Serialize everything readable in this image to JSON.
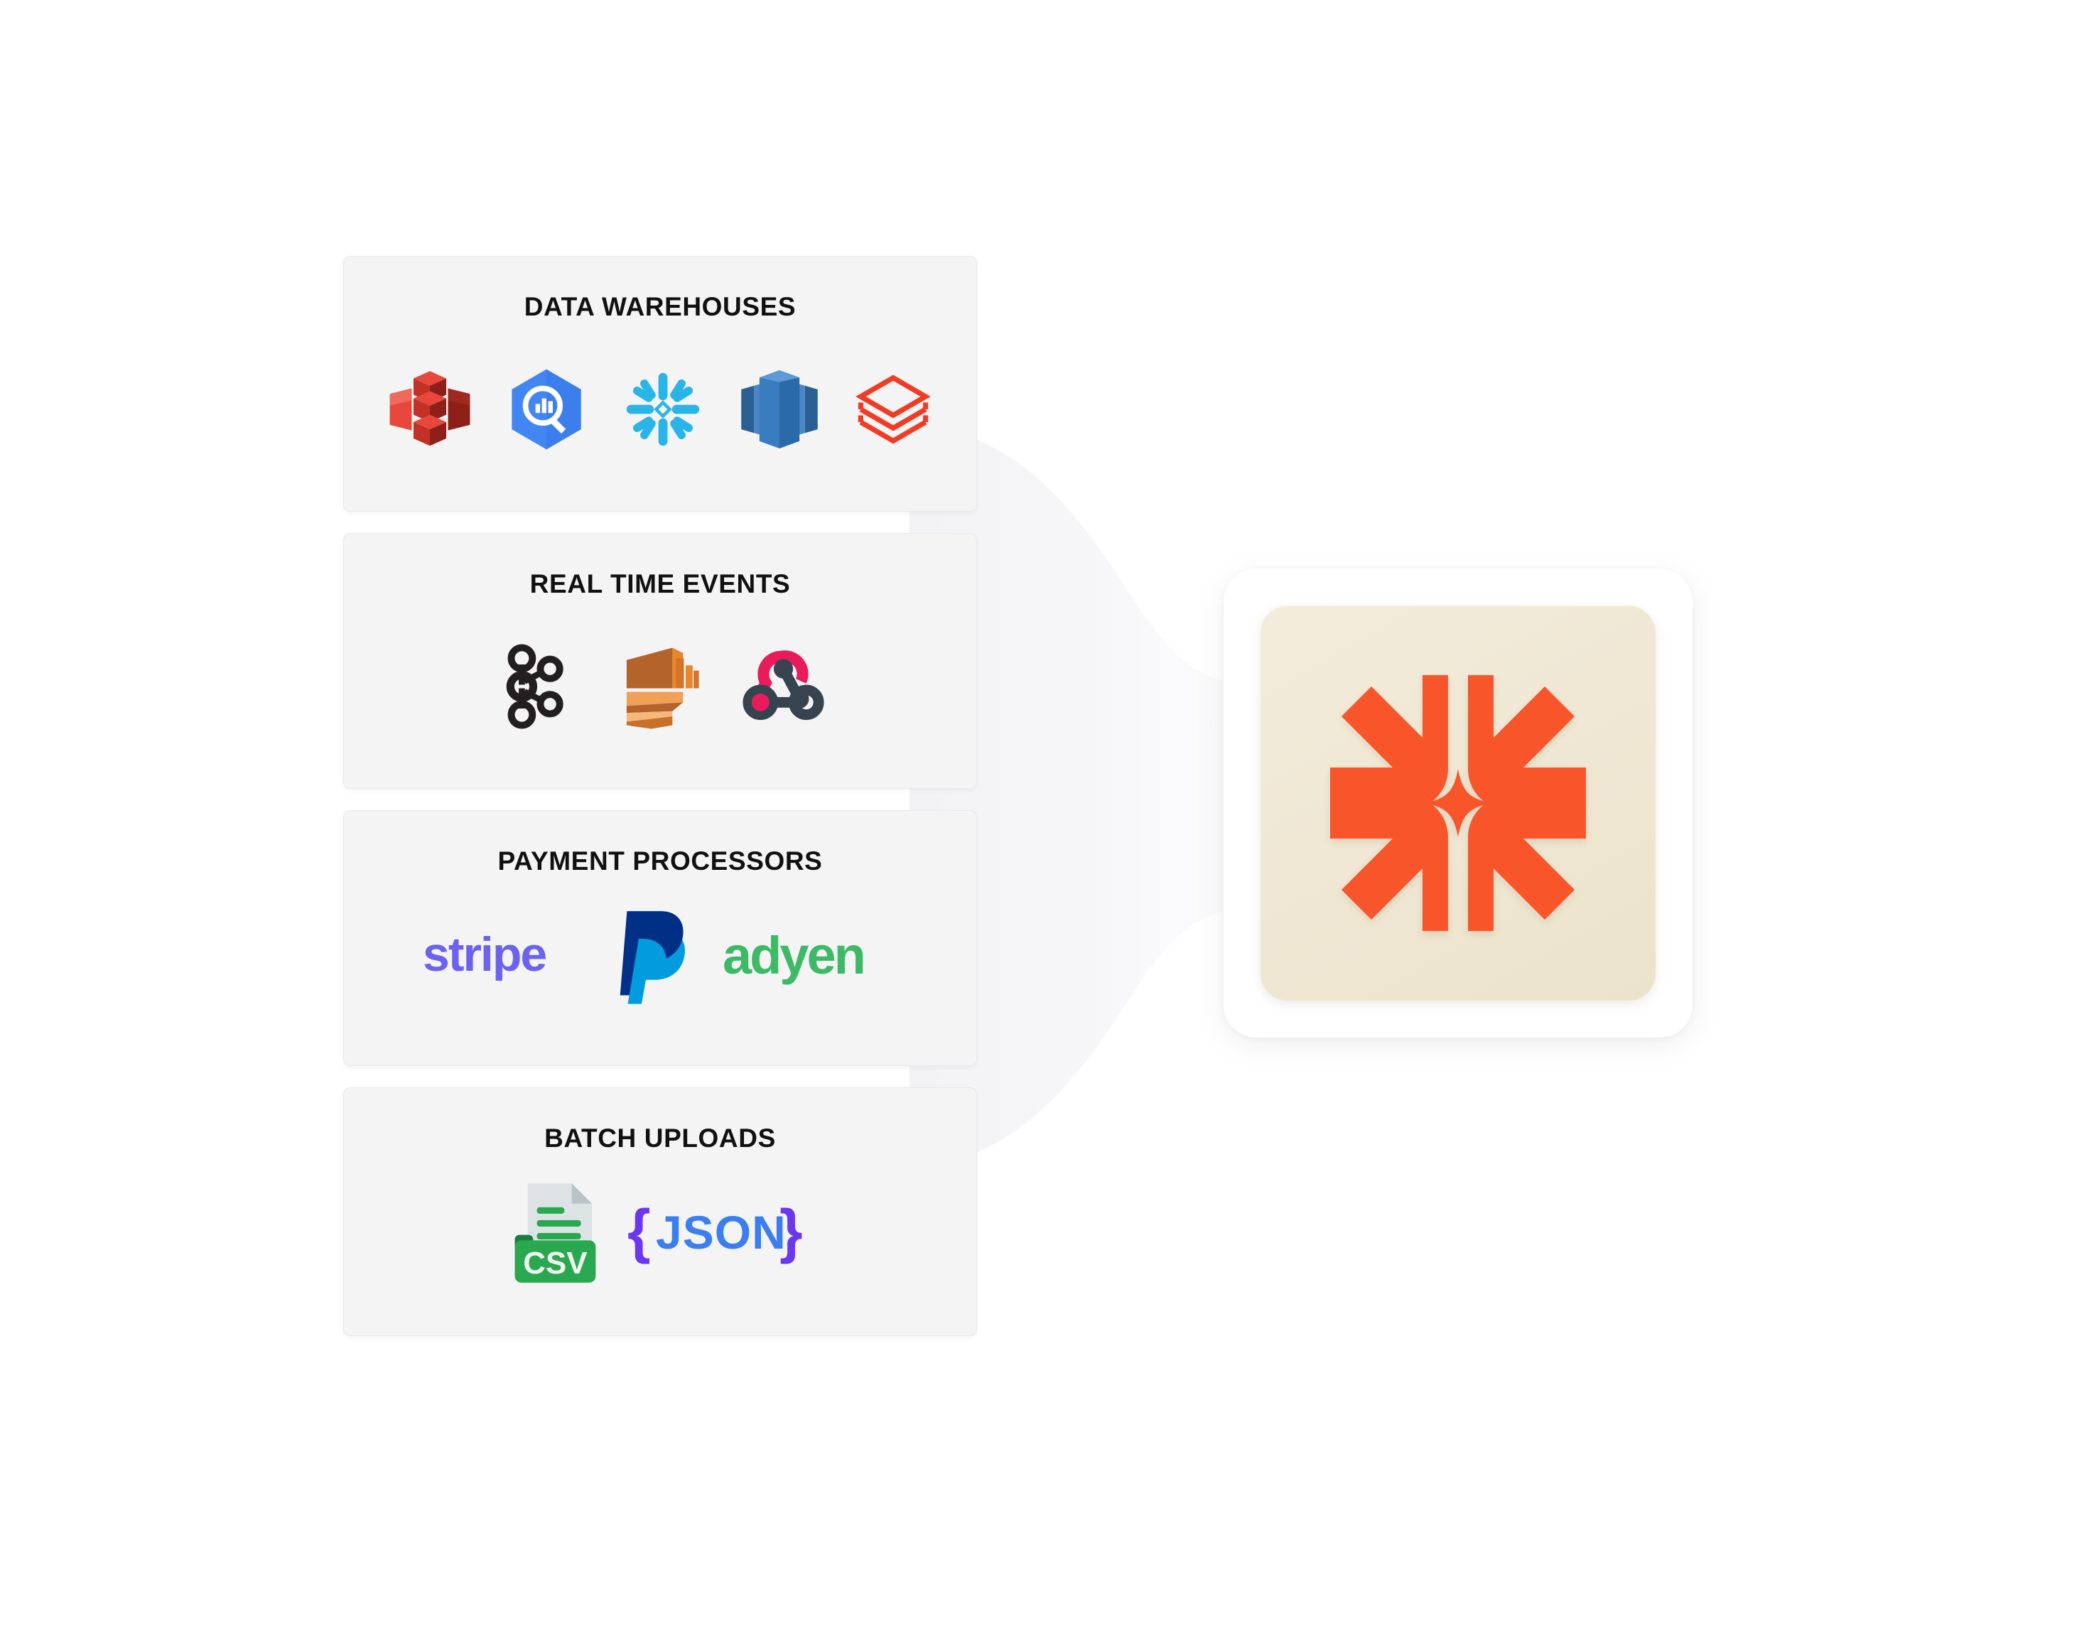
{
  "page": {
    "title": "Data Sources Integration Diagram",
    "background_color": "#ffffff"
  },
  "colors": {
    "card_background": "#f4f4f4",
    "card_border": "#e8e8e8",
    "title_text": "#111111",
    "destination_tile_outer": "#ffffff",
    "destination_tile_inner": "#f0e8d4",
    "destination_mark": "#f9552a",
    "funnel_fill": "#f6f6f8"
  },
  "source_cards": [
    {
      "id": "data-warehouses",
      "title": "DATA WAREHOUSES",
      "logos": [
        {
          "name": "aws-redshift-cubes-icon",
          "label": "AWS Redshift",
          "color": "#e8453c"
        },
        {
          "name": "google-bigquery-icon",
          "label": "Google BigQuery",
          "color": "#4285f4"
        },
        {
          "name": "snowflake-icon",
          "label": "Snowflake",
          "color": "#29b5e8"
        },
        {
          "name": "amazon-redshift-icon",
          "label": "Amazon Redshift",
          "color": "#2e73b8"
        },
        {
          "name": "databricks-icon",
          "label": "Databricks",
          "color": "#f03c25"
        }
      ]
    },
    {
      "id": "real-time-events",
      "title": "REAL TIME EVENTS",
      "logos": [
        {
          "name": "apache-kafka-icon",
          "label": "Apache Kafka",
          "color": "#231f20"
        },
        {
          "name": "aws-kinesis-icon",
          "label": "AWS Kinesis",
          "color": "#e8872a"
        },
        {
          "name": "webhooks-icon",
          "label": "Webhooks",
          "color": "#e81c5a"
        }
      ]
    },
    {
      "id": "payment-processors",
      "title": "PAYMENT PROCESSORS",
      "logos": [
        {
          "name": "stripe-wordmark",
          "label": "stripe",
          "color": "#6b62f0"
        },
        {
          "name": "paypal-icon",
          "label": "PayPal",
          "color": "#003087"
        },
        {
          "name": "adyen-wordmark",
          "label": "adyen",
          "color": "#3dba66"
        }
      ]
    },
    {
      "id": "batch-uploads",
      "title": "BATCH UPLOADS",
      "logos": [
        {
          "name": "csv-file-icon",
          "label": "CSV",
          "color": "#2aa84f"
        },
        {
          "name": "json-braces-icon",
          "label": "JSON",
          "color": "#3b7ef0"
        }
      ]
    }
  ],
  "destination": {
    "name": "destination-platform-tile",
    "mark_name": "starburst-logo-mark",
    "mark_color": "#f9552a",
    "tile_color": "#f0e8d4"
  },
  "connector": {
    "name": "funnel-connector",
    "fill": "#f6f6f8"
  }
}
